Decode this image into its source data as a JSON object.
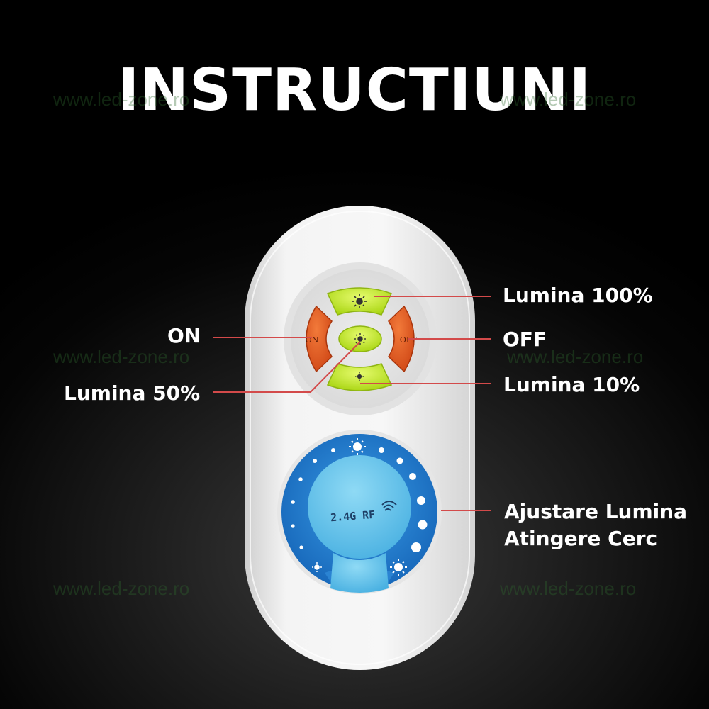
{
  "title": "INSTRUCTIUNI",
  "watermark": "www.led-zone.ro",
  "labels": {
    "lumina_100": "Lumina 100%",
    "on": "ON",
    "off": "OFF",
    "lumina_50": "Lumina 50%",
    "lumina_10": "Lumina 10%",
    "ajustare_line1": "Ajustare Lumina",
    "ajustare_line2": "Atingere Cerc"
  },
  "remote": {
    "on_button": "ON",
    "off_button": "OFF",
    "touch_ring_text": "2.4G RF"
  },
  "colors": {
    "green_button": "#b6e21f",
    "orange_button": "#e4521d",
    "ring_blue": "#1f78c8",
    "center_blue": "#5fbfe8",
    "callout_line": "#d34a4a"
  }
}
